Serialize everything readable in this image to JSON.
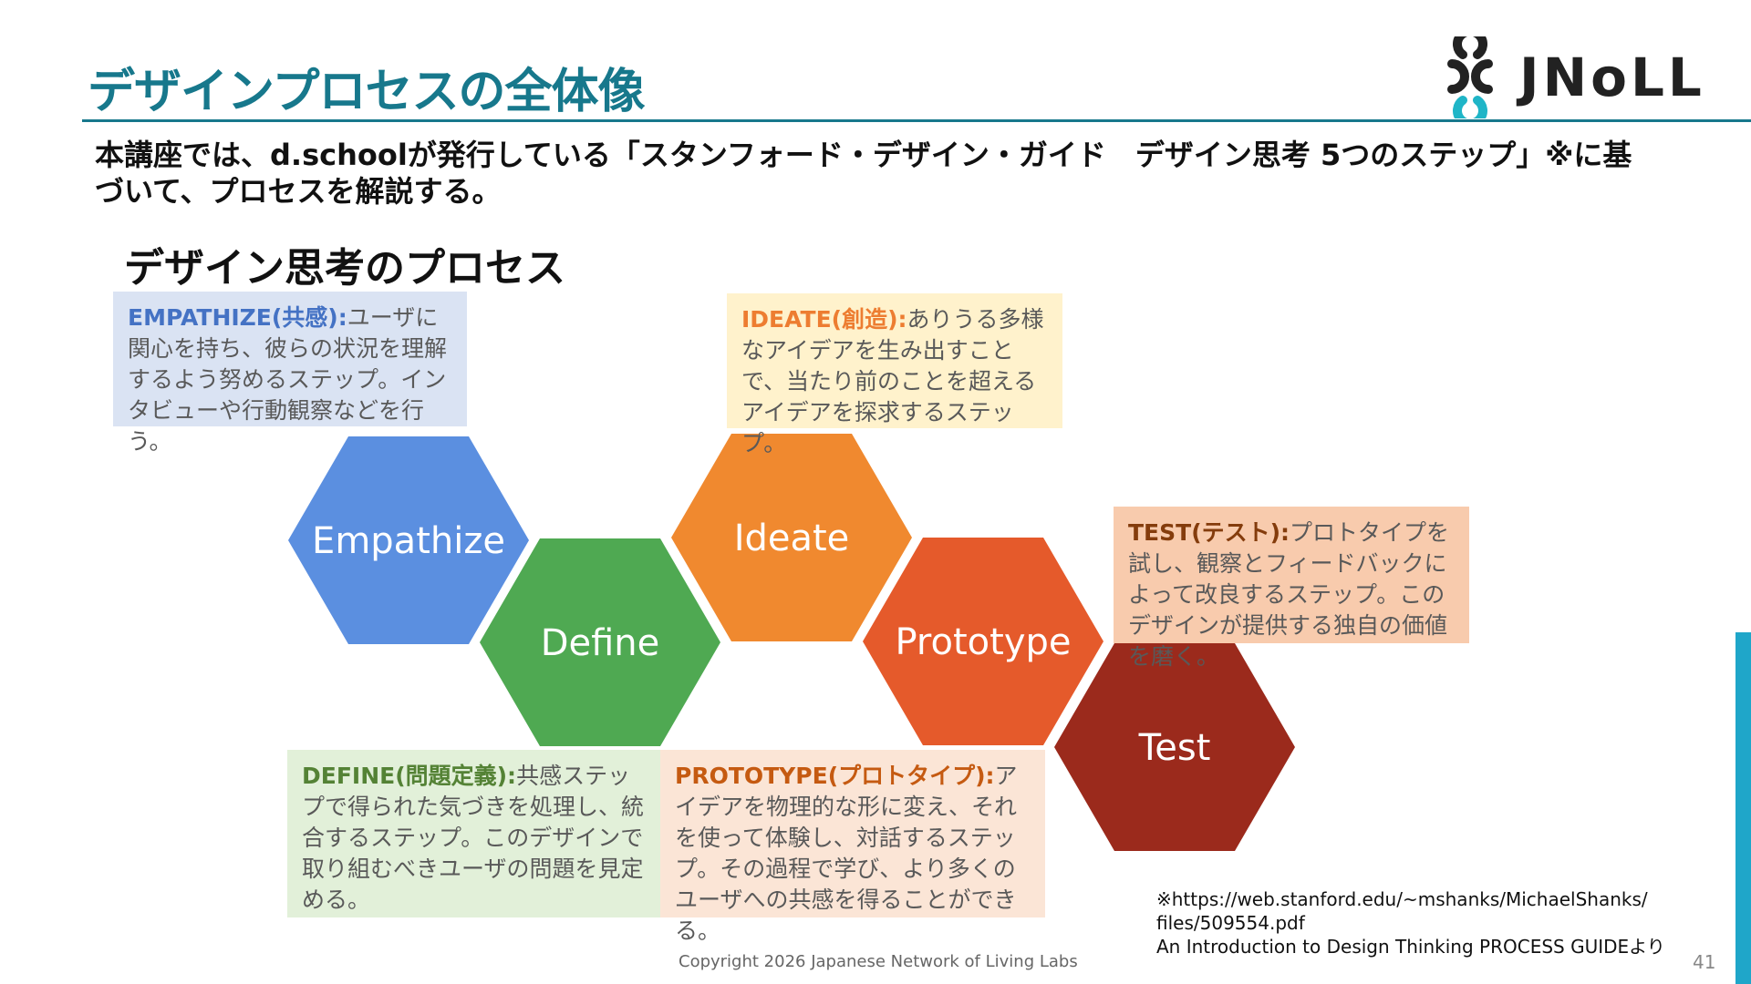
{
  "slide": {
    "title": "デザインプロセスの全体像",
    "logo_text": "JNoLL",
    "intro": "本講座では、d.schoolが発行している「スタンフォード・デザイン・ガイド　デザイン思考 5つのステップ」※に基づいて、プロセスを解説する。",
    "section_heading": "デザイン思考のプロセス",
    "page_number": "41",
    "copyright": "Copyright 2026  Japanese Network of Living Labs"
  },
  "hexagons": [
    {
      "label": "Empathize",
      "color": "#5b8fe0"
    },
    {
      "label": "Define",
      "color": "#4fa952"
    },
    {
      "label": "Ideate",
      "color": "#f0892f"
    },
    {
      "label": "Prototype",
      "color": "#e55a2b"
    },
    {
      "label": "Test",
      "color": "#9b2a1c"
    }
  ],
  "descriptions": {
    "empathize": {
      "head": "EMPATHIZE(共感):",
      "body": "ユーザに関心を持ち、彼らの状況を理解するよう努めるステップ。インタビューや行動観察などを行う。"
    },
    "ideate": {
      "head": "IDEATE(創造):",
      "body": "ありうる多様なアイデアを生み出すことで、当たり前のことを超えるアイデアを探求するステップ。"
    },
    "test": {
      "head": "TEST(テスト):",
      "body": "プロトタイプを試し、観察とフィードバックによって改良するステップ。このデザインが提供する独自の価値を磨く。"
    },
    "define": {
      "head": "DEFINE(問題定義):",
      "body": "共感ステップで得られた気づきを処理し、統合するステップ。このデザインで取り組むべきユーザの問題を見定める。"
    },
    "prototype": {
      "head": "PROTOTYPE(プロトタイプ):",
      "body": "アイデアを物理的な形に変え、それを使って体験し、対話するステップ。その過程で学び、より多くのユーザへの共感を得ることができる。"
    }
  },
  "source": {
    "line1": "※https://web.stanford.edu/~mshanks/MichaelShanks/",
    "line2": "files/509554.pdf",
    "line3": "An Introduction to Design Thinking PROCESS GUIDEより"
  },
  "colors": {
    "title": "#17788c",
    "accent_bar": "#1fa6c9"
  }
}
